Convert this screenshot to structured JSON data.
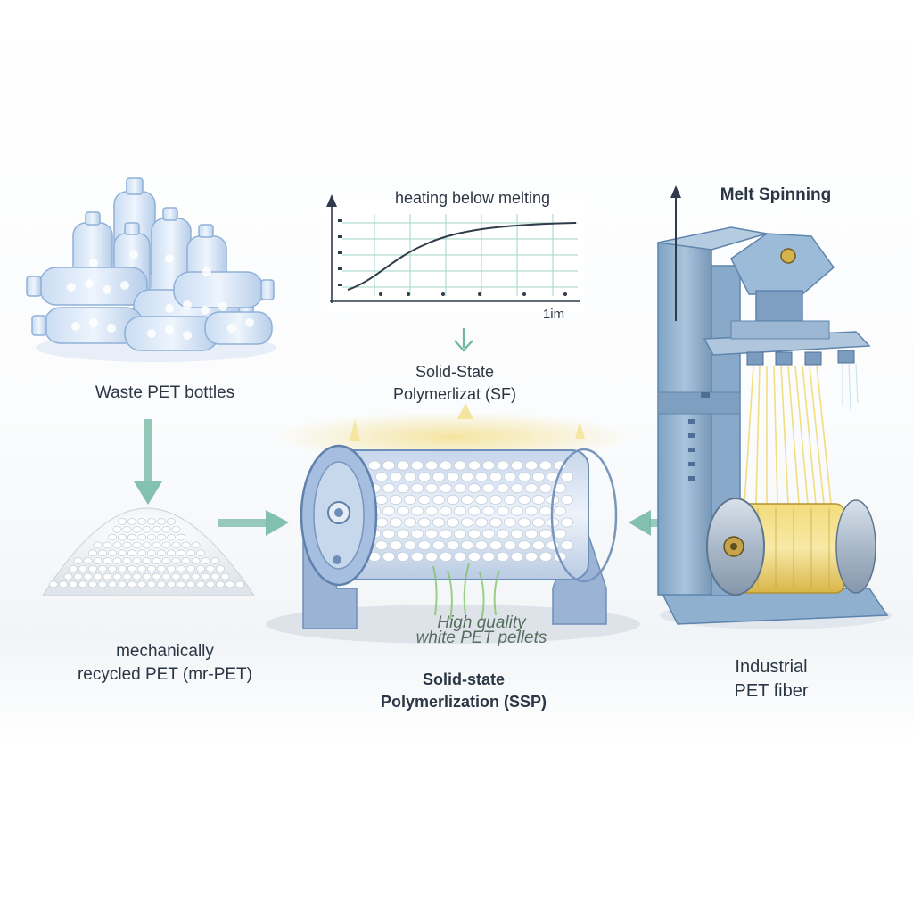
{
  "labels": {
    "waste_bottles": "Waste PET bottles",
    "mrpet_line1": "mechanically",
    "mrpet_line2": "recycled PET (mr-PET)",
    "ssp_top_line1": "Solid-State",
    "ssp_top_line2": "Polymerlizat (SF)",
    "ssp_bottom_line1": "Solid-state",
    "ssp_bottom_line2": "Polymerlization (SSP)",
    "fiber_line1": "Industrial",
    "fiber_line2": "PET fiber",
    "melt_spinning": "Melt Spinning",
    "pellets_line1": "High quality",
    "pellets_line2": "white PET pellets"
  },
  "graph": {
    "title": "heating below melting",
    "x_label": "1im"
  },
  "colors": {
    "arrow": "#6fb7a0",
    "graph_grid": "#9fd6c4",
    "machine": "#8fb1cf",
    "fiber": "#e8c64f",
    "glow": "#f4df8a"
  }
}
